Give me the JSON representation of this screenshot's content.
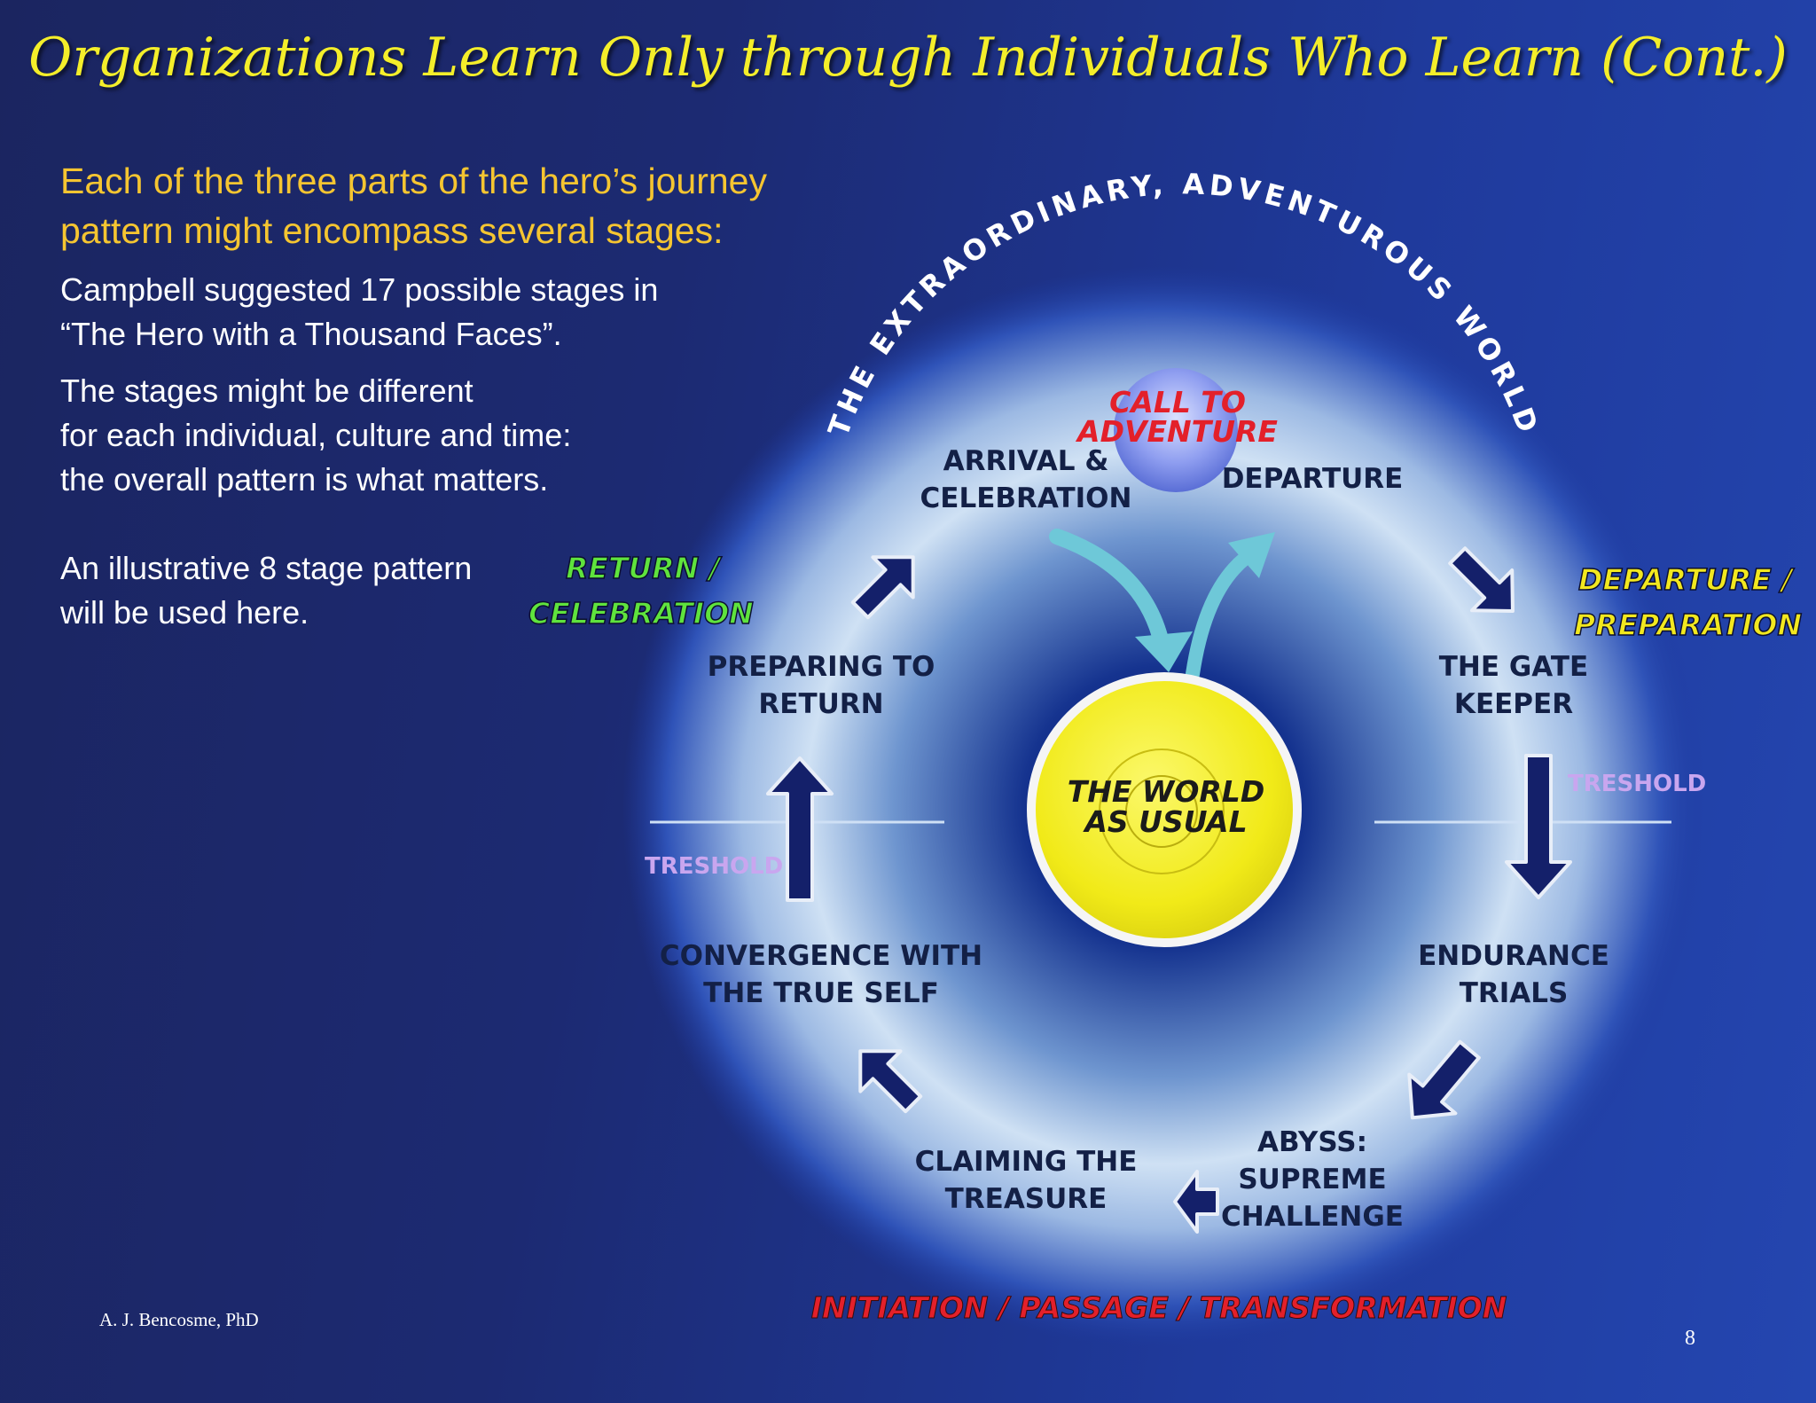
{
  "title": "Organizations  Learn  Only through Individuals Who Learn  (Cont.)",
  "intro": {
    "heading_line1": "Each of the three parts of the hero’s journey",
    "heading_line2": "pattern might encompass several stages:",
    "p1_line1": "Campbell suggested  17 possible stages in",
    "p1_line2": "“The Hero with a Thousand Faces”.",
    "p2_line1": "The stages might be different",
    "p2_line2": "for each individual, culture and time:",
    "p2_line3": "the overall pattern is what matters.",
    "p3_line1": "An  illustrative 8 stage pattern",
    "p3_line2": "will be used  here."
  },
  "diagram": {
    "outer_arc_text": "THE EXTRAORDINARY, ADVENTUROUS WORLD",
    "center": {
      "line1": "THE WORLD",
      "line2": "AS USUAL"
    },
    "call": {
      "line1": "CALL TO",
      "line2": "ADVENTURE"
    },
    "stages": {
      "arrival": {
        "line1": "ARRIVAL &",
        "line2": "CELEBRATION"
      },
      "departure": {
        "line1": "DEPARTURE"
      },
      "gatekeeper": {
        "line1": "THE GATE",
        "line2": "KEEPER"
      },
      "endurance": {
        "line1": "ENDURANCE",
        "line2": "TRIALS"
      },
      "abyss": {
        "line1": "ABYSS:",
        "line2": "SUPREME",
        "line3": "CHALLENGE"
      },
      "claiming": {
        "line1": "CLAIMING THE",
        "line2": "TREASURE"
      },
      "convergence": {
        "line1": "CONVERGENCE WITH",
        "line2": "THE TRUE SELF"
      },
      "preparing": {
        "line1": "PREPARING TO",
        "line2": "RETURN"
      }
    },
    "phases": {
      "return": {
        "line1": "RETURN /",
        "line2": "CELEBRATION",
        "color": "#5fe33d"
      },
      "departure": {
        "line1": "DEPARTURE /",
        "line2": "PREPARATION",
        "color": "#f2e81f"
      },
      "initiation": {
        "text": "INITIATION / PASSAGE / TRANSFORMATION",
        "color": "#e3202a"
      }
    },
    "treshold_left": "TRESHOLD",
    "treshold_right": "TRESHOLD"
  },
  "footer": {
    "author": "A. J. Bencosme, PhD",
    "page": "8"
  }
}
